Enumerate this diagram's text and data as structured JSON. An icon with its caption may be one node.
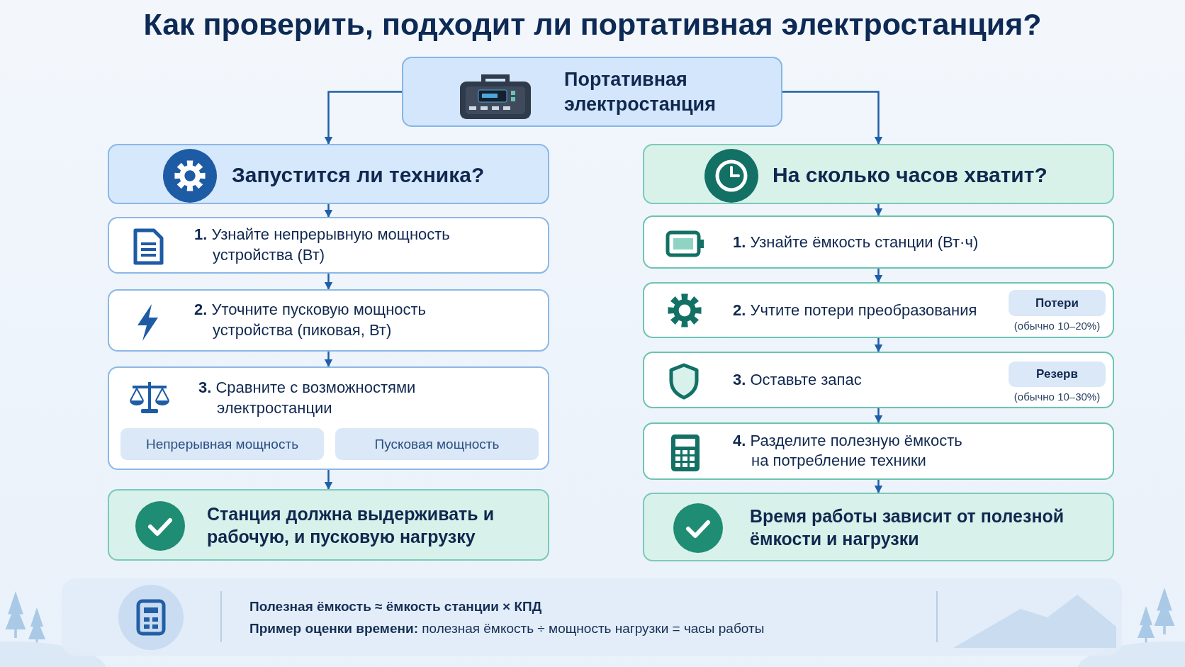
{
  "diagram": {
    "title": "Как проверить, подходит ли портативная электростанция?",
    "nodes": [
      {
        "text": [
          "Портативная электростанция"
        ]
      },
      {
        "text": [
          "Запустится ли техника?"
        ]
      },
      {
        "text": [
          "**1.** Узнайте непрерывную мощность устройства (Вт)"
        ]
      },
      {
        "text": [
          "**2.** Уточните пусковую мощность устройства (пиковая, Вт)"
        ]
      },
      {
        "text": [
          "**3.** Сравните с возможностями электростанции"
        ]
      },
      {
        "text": [
          "Непрерывная мощность"
        ],
        "in": 4
      },
      {
        "text": [
          "Пусковая мощность"
        ],
        "in": 4
      },
      {
        "text": [
          "Станция должна выдерживать и рабочую, и пусковую нагрузку"
        ]
      },
      {
        "text": [
          "На сколько часов хватит?"
        ]
      },
      {
        "text": [
          "**1.** Узнайте ёмкость станции (Вт·ч)"
        ]
      },
      {
        "text": [
          "**2.** Учтите потери преобразования"
        ]
      },
      {
        "text": [
          "Потери"
        ],
        "in": 10,
        "beside": [
          "(обычно 10–20%)"
        ]
      },
      {
        "text": [
          "**3.** Оставьте запас"
        ]
      },
      {
        "text": [
          "Резерв"
        ],
        "in": 12,
        "beside": [
          "(обычно 10–30%)"
        ]
      },
      {
        "text": [
          "**4.** Разделите полезную ёмкость на потребление техники"
        ]
      },
      {
        "text": [
          "Время работы зависит от полезной ёмкости и нагрузки"
        ]
      },
      {
        "text": [
          "Полезная ёмкость ≈ ёмкость станции × КПД",
          "**Пример оценки времени:** полезная ёмкость ÷ мощность нагрузки = часы работы"
        ]
      }
    ],
    "edges": [
      {
        "from": 0,
        "to": 1,
        "arrow": "to"
      },
      {
        "from": 0,
        "to": 8,
        "arrow": "to"
      },
      {
        "from": 1,
        "to": 2,
        "arrow": "to"
      },
      {
        "from": 2,
        "to": 3,
        "arrow": "to"
      },
      {
        "from": 3,
        "to": 4,
        "arrow": "to"
      },
      {
        "from": 4,
        "to": 7,
        "arrow": "to"
      },
      {
        "from": 8,
        "to": 9,
        "arrow": "to"
      },
      {
        "from": 9,
        "to": 10,
        "arrow": "to"
      },
      {
        "from": 10,
        "to": 12,
        "arrow": "to"
      },
      {
        "from": 12,
        "to": 14,
        "arrow": "to"
      },
      {
        "from": 14,
        "to": 15,
        "arrow": "to"
      }
    ]
  }
}
